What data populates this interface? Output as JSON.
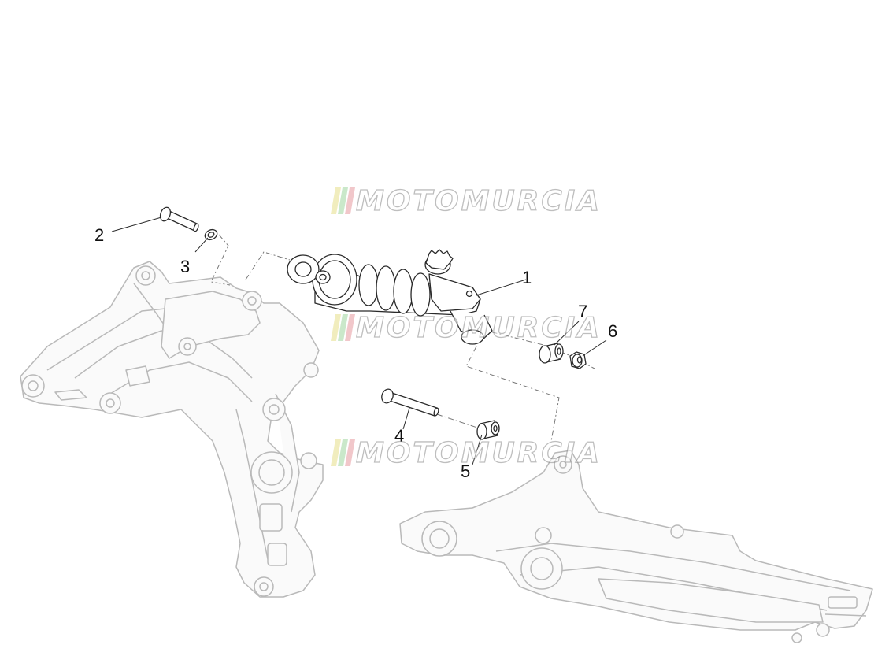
{
  "callouts": [
    {
      "id": "1",
      "label": "1"
    },
    {
      "id": "2",
      "label": "2"
    },
    {
      "id": "3",
      "label": "3"
    },
    {
      "id": "4",
      "label": "4"
    },
    {
      "id": "5",
      "label": "5"
    },
    {
      "id": "6",
      "label": "6"
    },
    {
      "id": "7",
      "label": "7"
    }
  ],
  "watermark": {
    "text": "MOTOMURCIA",
    "stripe_colors": [
      "#e7e08a",
      "#9fd6a0",
      "#e79aa0"
    ]
  },
  "colors": {
    "part_line": "#2a2a2a",
    "frame_line": "#b9b9b9",
    "frame_fill": "#fafafa",
    "dashed_line": "#777777"
  }
}
